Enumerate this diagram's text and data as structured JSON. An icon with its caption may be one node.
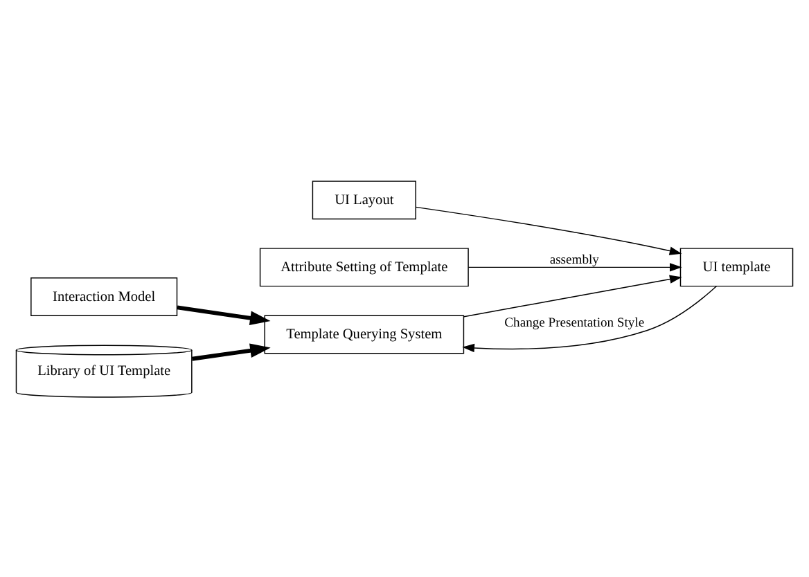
{
  "diagram": {
    "nodes": [
      {
        "text": [
          "UI Layout"
        ]
      },
      {
        "text": [
          "Attribute Setting of Template"
        ]
      },
      {
        "text": [
          "Template Querying System"
        ]
      },
      {
        "text": [
          "UI template"
        ]
      },
      {
        "text": [
          "Interaction Model"
        ]
      },
      {
        "text": [
          "Library of UI Template"
        ]
      }
    ],
    "edges": [
      {
        "from": 0,
        "to": 3,
        "arrow": "to"
      },
      {
        "from": 1,
        "to": 3,
        "arrow": "to",
        "label": "assembly"
      },
      {
        "from": 2,
        "to": 3,
        "arrow": "to"
      },
      {
        "from": 3,
        "to": 2,
        "arrow": "to",
        "label": "Change Presentation Style"
      },
      {
        "from": 4,
        "to": 2,
        "arrow": "to",
        "style": "thick"
      },
      {
        "from": 5,
        "to": 2,
        "arrow": "to",
        "style": "thick"
      }
    ]
  }
}
